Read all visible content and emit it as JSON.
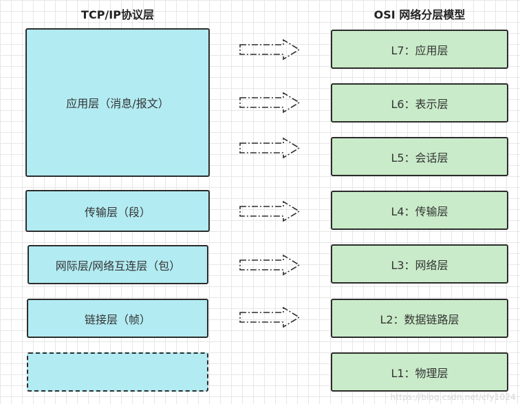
{
  "headings": {
    "tcpip": "TCP/IP协议层",
    "osi": "OSI 网络分层模型"
  },
  "tcpip_layers": [
    {
      "label": "应用层（消息/报文）"
    },
    {
      "label": "传输层（段）"
    },
    {
      "label": "网际层/网络互连层（包）"
    },
    {
      "label": "链接层（帧）"
    },
    {
      "label": ""
    }
  ],
  "osi_layers": [
    {
      "label": "L7：应用层"
    },
    {
      "label": "L6：表示层"
    },
    {
      "label": "L5：会话层"
    },
    {
      "label": "L4：传输层"
    },
    {
      "label": "L3：网络层"
    },
    {
      "label": "L2：数据链路层"
    },
    {
      "label": "L1：物理层"
    }
  ],
  "arrows_to": [
    "L7",
    "L6",
    "L5",
    "L4",
    "L3",
    "L2"
  ],
  "colors": {
    "tcpip_fill": "#b2ebf2",
    "osi_fill": "#c9ebc9",
    "border": "#2b2b2b"
  },
  "watermark": "https://blog.csdn.net/cfy1024"
}
